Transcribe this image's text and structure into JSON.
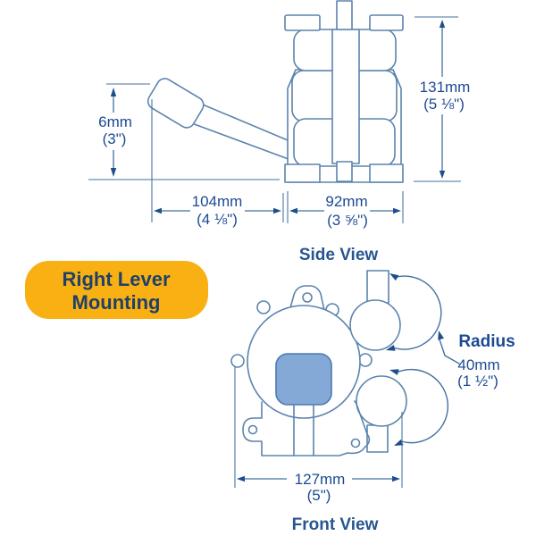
{
  "badge": {
    "line1": "Right Lever",
    "line2": "Mounting"
  },
  "side_view": {
    "label": "Side View",
    "dim_height_mm": "131mm",
    "dim_height_in": "(5 ⅛\")",
    "dim_lever_mm": "6mm",
    "dim_lever_in": "(3\")",
    "dim_reach_mm": "104mm",
    "dim_reach_in": "(4 ⅛\")",
    "dim_width_mm": "92mm",
    "dim_width_in": "(3 ⅝\")"
  },
  "front_view": {
    "label": "Front View",
    "dim_width_mm": "127mm",
    "dim_width_in": "(5\")",
    "radius_label": "Radius",
    "radius_mm": "40mm",
    "radius_in": "(1 ½\")"
  },
  "colors": {
    "outline": "#5b84ae",
    "dim": "#41709f",
    "arrow": "#1d4f8c",
    "dim_text": "#1c4a94",
    "view_label": "#27568f",
    "badge_bg": "#f9b013",
    "badge_text": "#1f4068",
    "square_fill": "#85a9d6",
    "square_stroke": "#4a7ab0"
  }
}
